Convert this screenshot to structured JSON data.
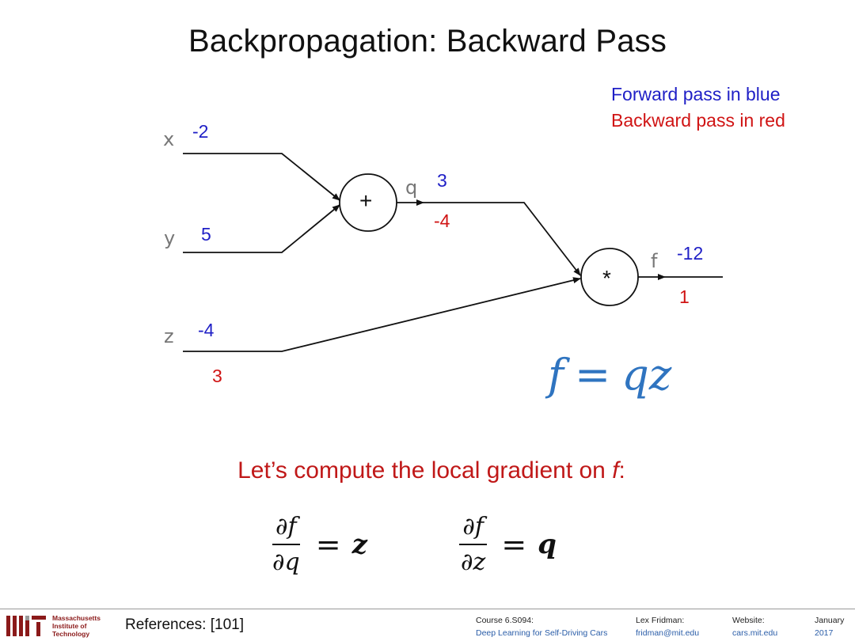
{
  "title": "Backpropagation: Backward Pass",
  "legend": {
    "forward": "Forward pass in blue",
    "backward": "Backward pass in red"
  },
  "colors": {
    "forward": "#1f1fc6",
    "backward": "#d01414",
    "formula": "#2f74c0"
  },
  "graph": {
    "inputs": {
      "x": {
        "name": "x",
        "forward": "-2"
      },
      "y": {
        "name": "y",
        "forward": "5"
      },
      "z": {
        "name": "z",
        "forward": "-4",
        "backward": "3"
      }
    },
    "nodes": {
      "add": {
        "op": "+",
        "out_name": "q",
        "forward": "3",
        "backward": "-4"
      },
      "mul": {
        "op": "*",
        "out_name": "f",
        "forward": "-12",
        "backward": "1"
      }
    }
  },
  "formula": {
    "lhs": "f",
    "eq": "=",
    "rhs": "qz"
  },
  "prompt": {
    "text": "Let’s compute the local gradient on ",
    "var": "f",
    "suffix": ":"
  },
  "gradients": [
    {
      "num": "∂f",
      "den": "∂q",
      "eq": "=",
      "rhs": "z"
    },
    {
      "num": "∂f",
      "den": "∂z",
      "eq": "=",
      "rhs": "q"
    }
  ],
  "footer": {
    "institution": [
      "Massachusetts",
      "Institute of",
      "Technology"
    ],
    "references": "References: [101]",
    "course_label": "Course 6.S094:",
    "course_value": "Deep Learning for Self-Driving Cars",
    "author_label": "Lex Fridman:",
    "author_value": "fridman@mit.edu",
    "website_label": "Website:",
    "website_value": "cars.mit.edu",
    "date_label": "January",
    "date_value": "2017"
  }
}
